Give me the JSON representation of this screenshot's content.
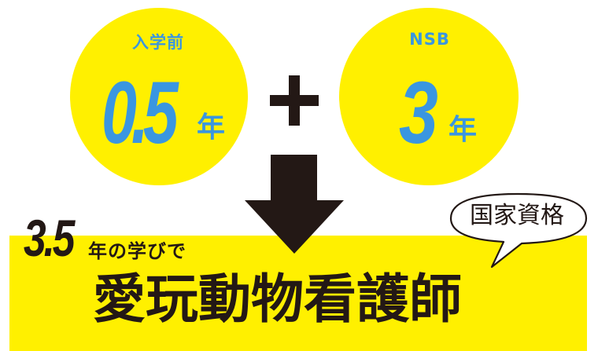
{
  "colors": {
    "yellow": "#fff000",
    "blue": "#3a96e0",
    "dark": "#231815",
    "background": "#ffffff"
  },
  "left_circle": {
    "label": "入学前",
    "value": "0.5",
    "unit": "年"
  },
  "operator": "plus-icon",
  "right_circle": {
    "label": "NSB",
    "value": "3",
    "unit": "年"
  },
  "arrow": "arrow-down-icon",
  "result": {
    "duration_value": "3.5",
    "duration_text": "年の学びで",
    "title": "愛玩動物看護師",
    "bubble": "国家資格"
  }
}
